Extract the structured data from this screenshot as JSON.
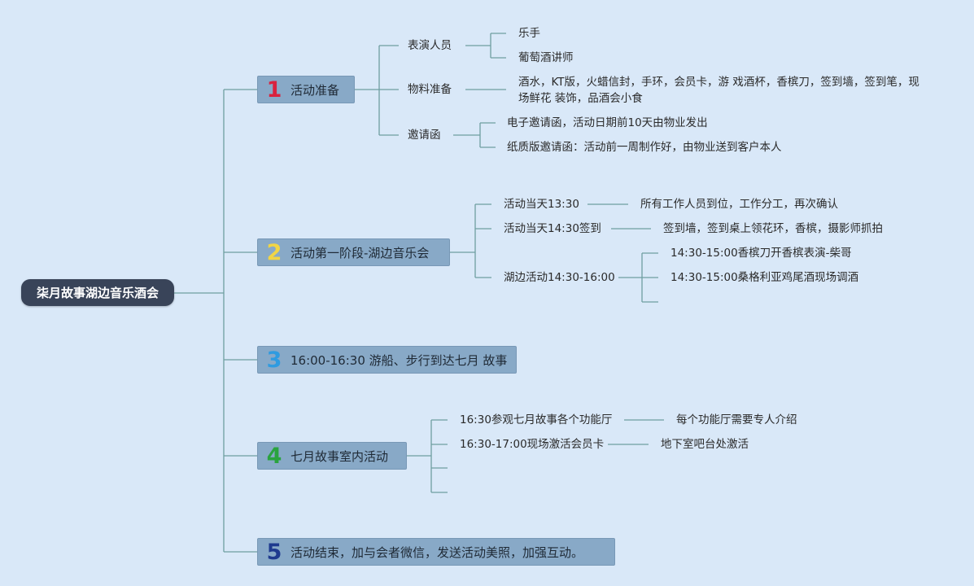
{
  "root": "柒月故事湖边音乐酒会",
  "branches": [
    {
      "num": "1",
      "color": "#d9223f",
      "label": "活动准备",
      "subs": [
        {
          "label": "表演人员",
          "leaves": [
            "乐手",
            "葡萄酒讲师"
          ]
        },
        {
          "label": "物料准备",
          "leaves": [
            "酒水，KT版，火蜡信封，手环，会员卡，游 戏酒杯，香槟刀，签到墙，签到笔，现场鲜花 装饰，品酒会小食"
          ]
        },
        {
          "label": "邀请函",
          "leaves": [
            "电子邀请函，活动日期前10天由物业发出",
            "纸质版邀请函：活动前一周制作好，由物业送到客户本人"
          ]
        }
      ]
    },
    {
      "num": "2",
      "color": "#f1d545",
      "label": "活动第一阶段-湖边音乐会",
      "subs": [
        {
          "label": "活动当天13:30",
          "leaves": [
            "所有工作人员到位，工作分工，再次确认"
          ]
        },
        {
          "label": "活动当天14:30签到",
          "leaves": [
            "签到墙，签到桌上领花环，香槟，摄影师抓拍"
          ]
        },
        {
          "label": "湖边活动14:30-16:00",
          "leaves": [
            "14:30-15:00香槟刀开香槟表演-柴哥",
            "14:30-15:00桑格利亚鸡尾酒现场调酒",
            ""
          ]
        }
      ]
    },
    {
      "num": "3",
      "color": "#2f9be0",
      "label": "16:00-16:30 游船、步行到达七月 故事",
      "subs": []
    },
    {
      "num": "4",
      "color": "#2aa33f",
      "label": "七月故事室内活动",
      "subs": [
        {
          "label": "16:30参观七月故事各个功能厅",
          "leaves": [
            "每个功能厅需要专人介绍"
          ]
        },
        {
          "label": "16:30-17:00现场激活会员卡",
          "leaves": [
            "地下室吧台处激活"
          ]
        },
        {
          "label": "",
          "leaves": []
        },
        {
          "label": "",
          "leaves": []
        }
      ]
    },
    {
      "num": "5",
      "color": "#1f3a8f",
      "label": "活动结束，加与会者微信，发送活动美照，加强互动。",
      "subs": []
    }
  ]
}
